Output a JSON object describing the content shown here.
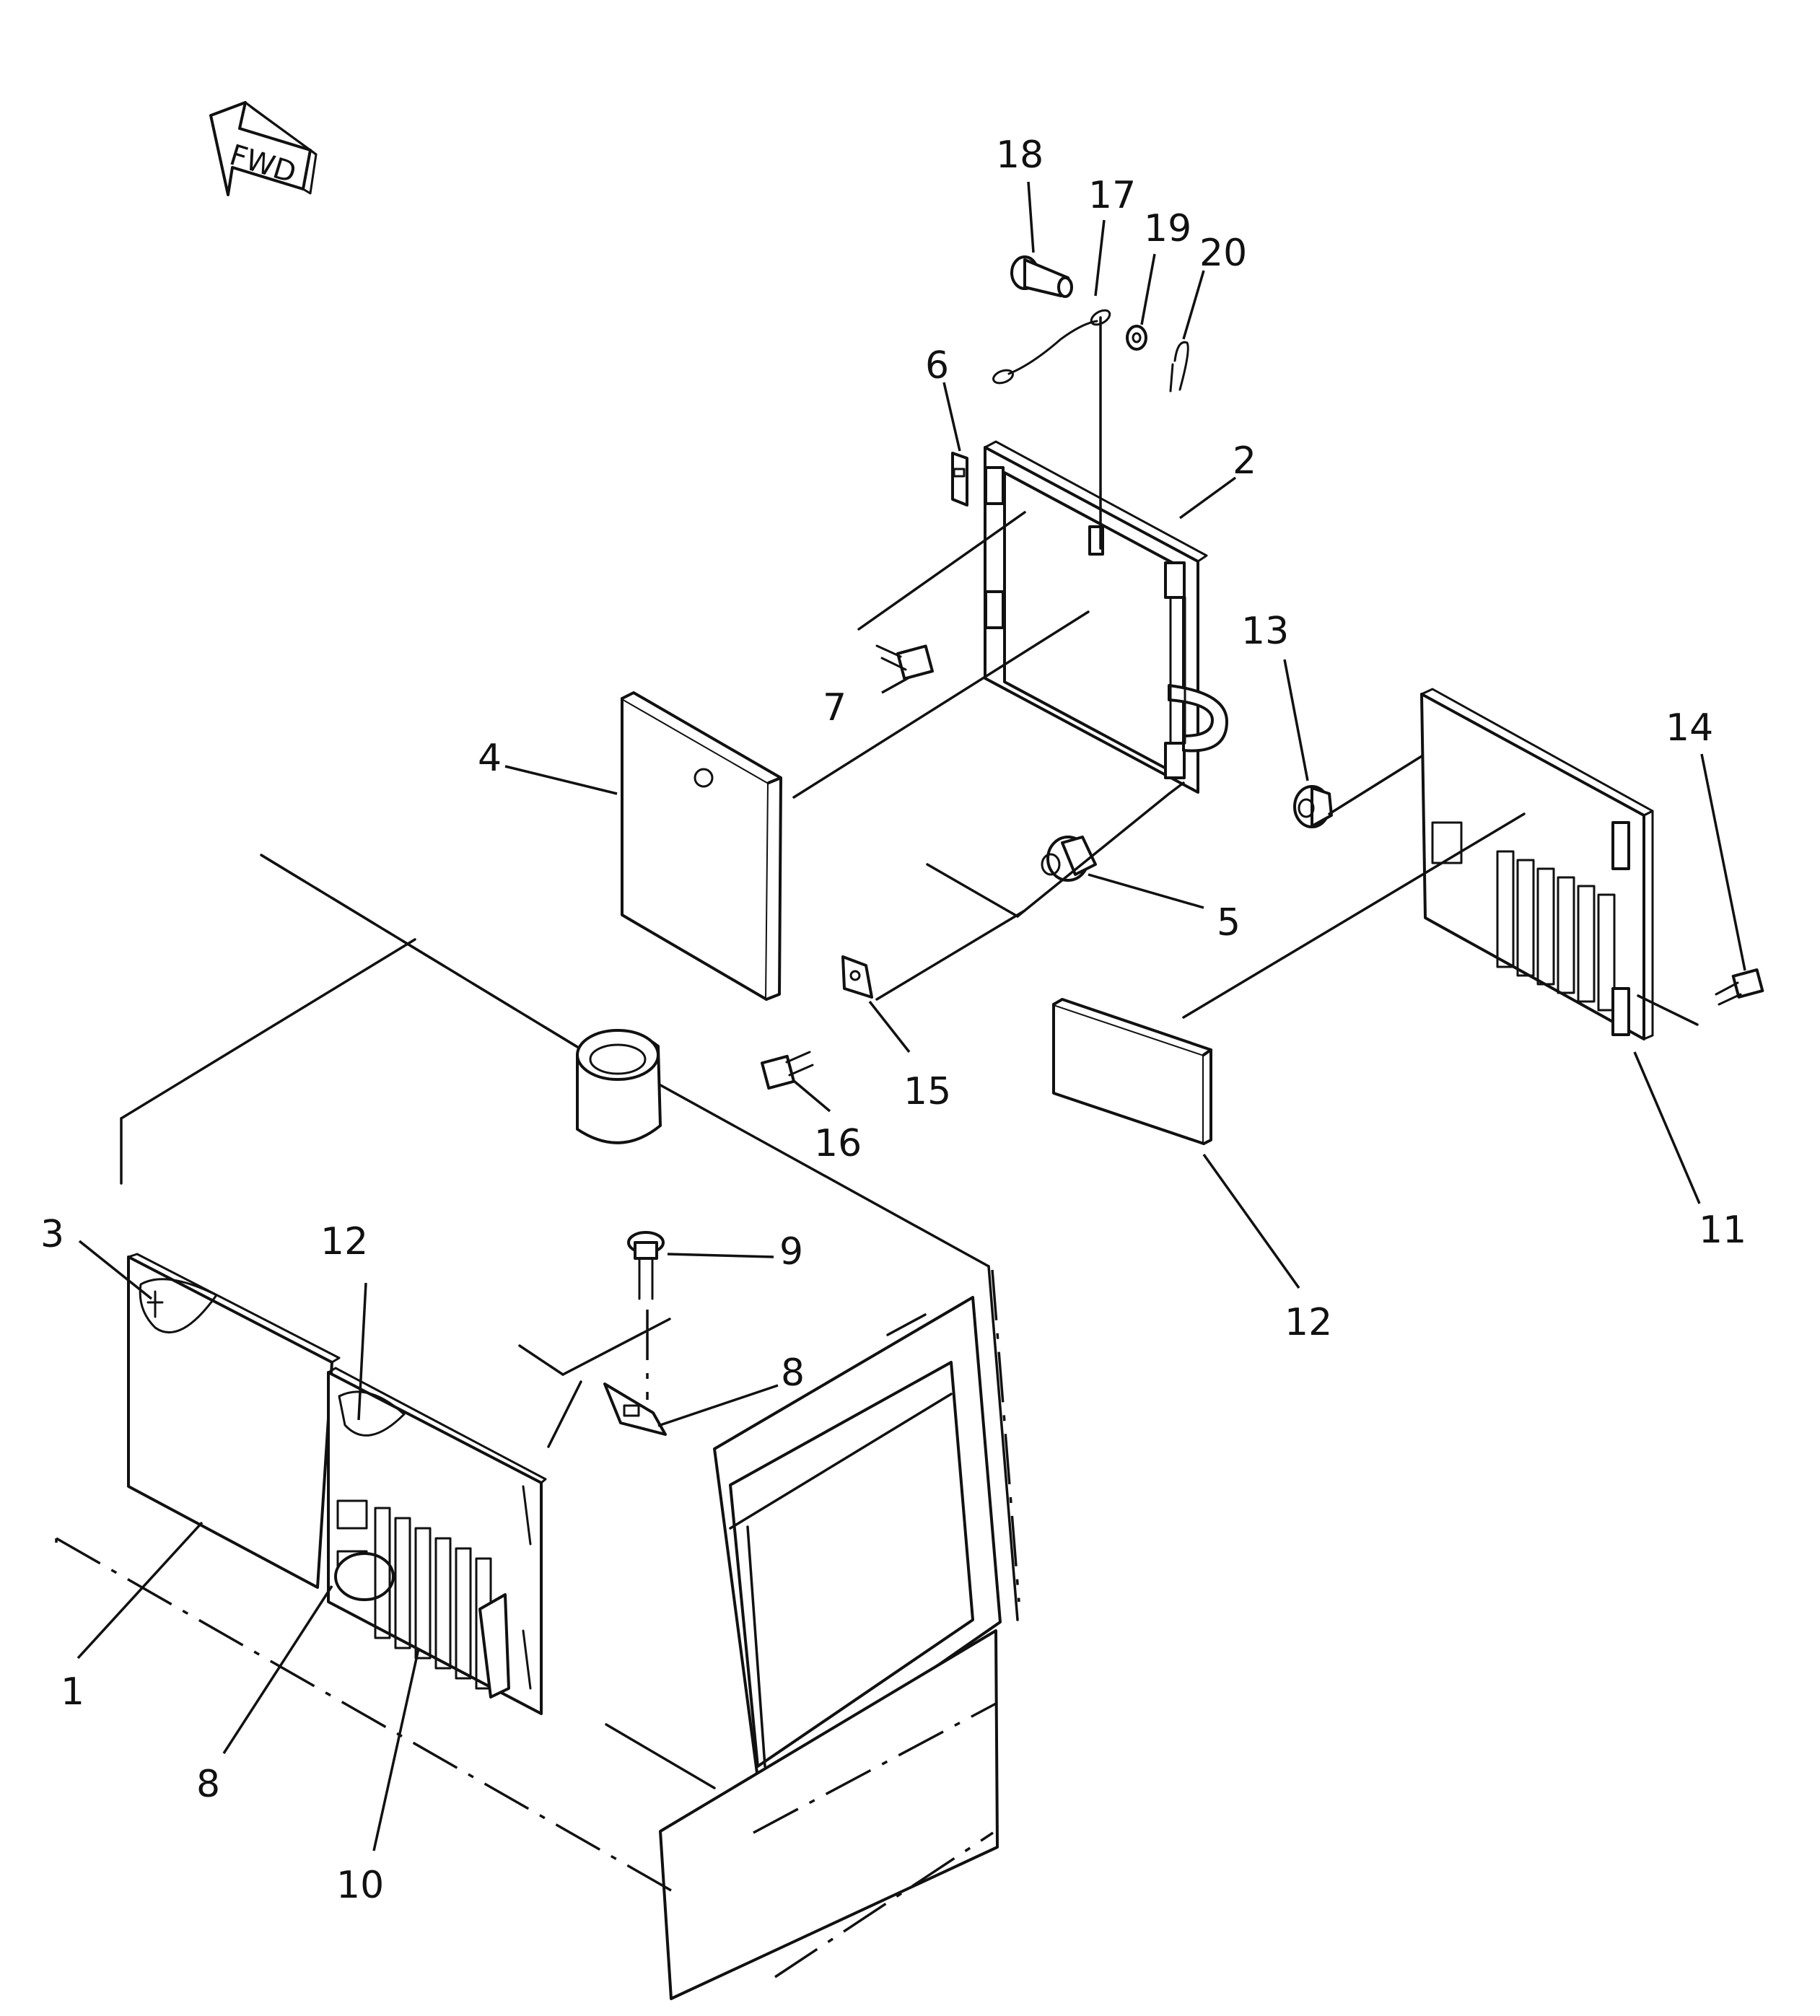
{
  "direction_indicator": {
    "label": "FWD"
  },
  "callouts": [
    {
      "id": "callout-1",
      "text": "1"
    },
    {
      "id": "callout-2",
      "text": "2"
    },
    {
      "id": "callout-3",
      "text": "3"
    },
    {
      "id": "callout-4",
      "text": "4"
    },
    {
      "id": "callout-5",
      "text": "5"
    },
    {
      "id": "callout-6",
      "text": "6"
    },
    {
      "id": "callout-7",
      "text": "7"
    },
    {
      "id": "callout-8a",
      "text": "8"
    },
    {
      "id": "callout-8b",
      "text": "8"
    },
    {
      "id": "callout-9",
      "text": "9"
    },
    {
      "id": "callout-10",
      "text": "10"
    },
    {
      "id": "callout-11",
      "text": "11"
    },
    {
      "id": "callout-12a",
      "text": "12"
    },
    {
      "id": "callout-12b",
      "text": "12"
    },
    {
      "id": "callout-13",
      "text": "13"
    },
    {
      "id": "callout-14",
      "text": "14"
    },
    {
      "id": "callout-15",
      "text": "15"
    },
    {
      "id": "callout-16",
      "text": "16"
    },
    {
      "id": "callout-17",
      "text": "17"
    },
    {
      "id": "callout-18",
      "text": "18"
    },
    {
      "id": "callout-19",
      "text": "19"
    },
    {
      "id": "callout-20",
      "text": "20"
    }
  ]
}
